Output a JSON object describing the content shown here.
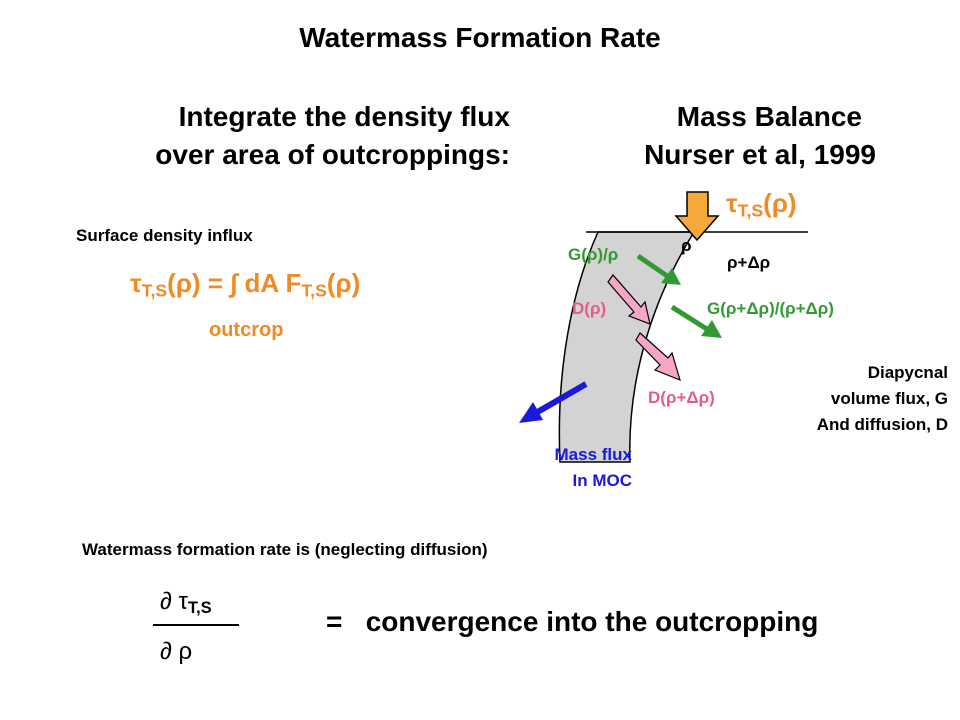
{
  "title": "Watermass Formation Rate",
  "left_heading": [
    "Integrate the density flux",
    "over area of outcroppings:"
  ],
  "right_heading": [
    "Mass Balance",
    "Nurser et al, 1999"
  ],
  "surface_label": "Surface density influx",
  "equation": {
    "lhs": "τ",
    "lhs_sub": "T,S",
    "mid": "(ρ) = ∫ dA F",
    "rhs_sub": "T,S",
    "end": "(ρ)"
  },
  "outcrop_label": "outcrop",
  "diagram": {
    "tau_symbol": "τ",
    "tau_sub": "T,S",
    "tau_arg": "(ρ)",
    "rho": "ρ",
    "rho_plus": "ρ+Δρ",
    "g_rho": "G(ρ)/ρ",
    "g_rho_plus": "G(ρ+Δρ)/(ρ+Δρ)",
    "d_rho": "D(ρ)",
    "d_rho_plus": "D(ρ+Δρ)",
    "mass_flux": [
      "Mass flux",
      "In MOC"
    ],
    "diapycnal": [
      "Diapycnal",
      "volume flux, G",
      "And diffusion, D"
    ],
    "colors": {
      "band": "#d3d3d3",
      "tau_arrow": "#f6a93b",
      "green_arrow": "#339933",
      "pink_arrow": "#f6a6c6",
      "blue_arrow": "#1a1adb"
    }
  },
  "formation_rate_label": "Watermass formation rate is (neglecting diffusion)",
  "fraction": {
    "numerator_symbol": "∂ τ",
    "numerator_sub": "T,S",
    "denominator": "∂ ρ"
  },
  "conclusion": "=   convergence into the outcropping"
}
